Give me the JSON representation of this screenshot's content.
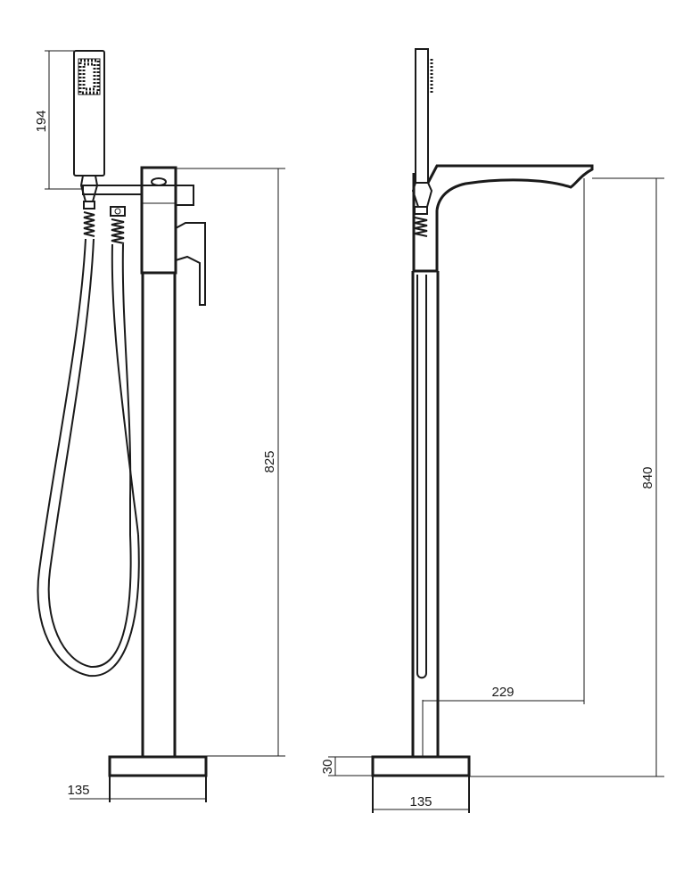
{
  "front_view": {
    "dims": {
      "handshower_height": "194",
      "total_height": "825",
      "base_width": "135"
    }
  },
  "side_view": {
    "dims": {
      "total_height": "840",
      "spout_reach": "229",
      "base_height": "30",
      "base_width": "135"
    }
  },
  "colors": {
    "line": "#1a1a1a",
    "background": "#ffffff"
  }
}
